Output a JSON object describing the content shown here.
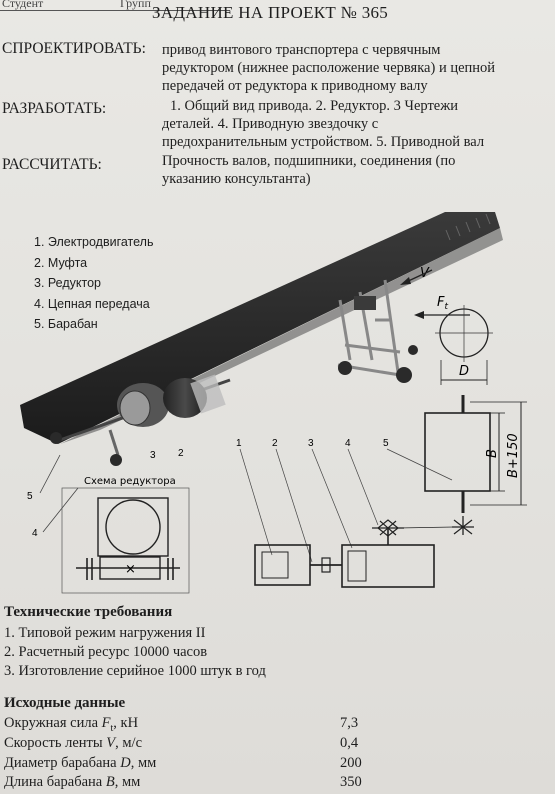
{
  "header": {
    "student_label": "Студент",
    "group_label": "Групп",
    "title": "ЗАДАНИЕ НА ПРОЕКТ № 365"
  },
  "task": {
    "design_label": "СПРОЕКТИРОВАТЬ:",
    "design_lines": [
      "привод винтового транспортера с червячным",
      "редуктором (нижнее расположение червяка) и цепной",
      "передачей от редуктора к приводному валу"
    ],
    "develop_label": "РАЗРАБОТАТЬ:",
    "develop_lines": [
      "1. Общий вид привода. 2. Редуктор. 3 Чертежи",
      "деталей. 4. Приводную звездочку с",
      "предохранительным устройством. 5. Приводной вал"
    ],
    "calc_label": "РАССЧИТАТЬ:",
    "calc_lines": [
      "Прочность валов, подшипники, соединения (по",
      "указанию консультанта)"
    ]
  },
  "legend": [
    "1. Электродвигатель",
    "2. Муфта",
    "3. Редуктор",
    "4. Цепная передача",
    "5. Барабан"
  ],
  "figure": {
    "velocity_label": "V",
    "force_label": "F",
    "force_subscript": "t",
    "diameter_label": "D",
    "width_label": "B",
    "total_width_label": "B+150",
    "scheme_label": "Схема редуктора",
    "callout_1": "1",
    "callout_2": "2",
    "callout_3": "3",
    "callout_4": "4",
    "callout_5": "5"
  },
  "requirements": {
    "heading": "Технические требования",
    "items": [
      "1. Типовой режим нагружения II",
      "2. Расчетный ресурс 10000 часов",
      "3. Изготовление серийное 1000 штук в год"
    ]
  },
  "source_data": {
    "heading": "Исходные данные",
    "rows": [
      {
        "name_prefix": "Окружная сила ",
        "symbol": "F",
        "subscript": "t",
        "name_suffix": ", кН",
        "value": "7,3"
      },
      {
        "name_prefix": "Скорость ленты ",
        "symbol": "V",
        "subscript": "",
        "name_suffix": ", м/с",
        "value": "0,4"
      },
      {
        "name_prefix": "Диаметр барабана ",
        "symbol": "D",
        "subscript": "",
        "name_suffix": ", мм",
        "value": "200"
      },
      {
        "name_prefix": "Длина барабана ",
        "symbol": "B",
        "subscript": "",
        "name_suffix": ", мм",
        "value": "350"
      }
    ]
  }
}
